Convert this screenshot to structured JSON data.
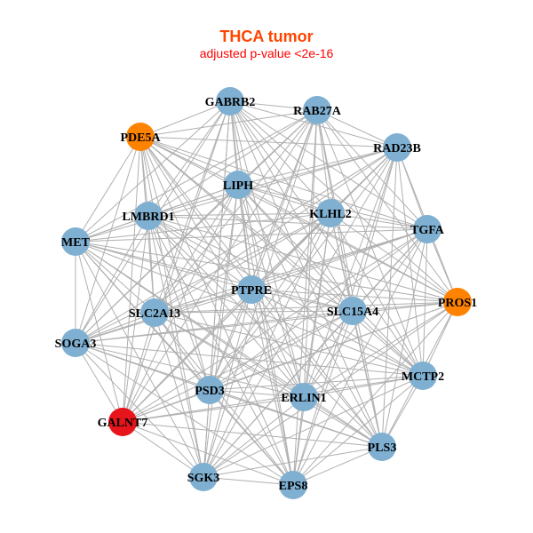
{
  "title": "THCA tumor",
  "subtitle": "adjusted p-value <2e-16",
  "colors": {
    "default": "#7fb0d2",
    "orange": "#ff8200",
    "red": "#e8141c",
    "edge": "#b0b0b0"
  },
  "nodes": [
    {
      "label": "GABRB2",
      "color": "default"
    },
    {
      "label": "RAB27A",
      "color": "default"
    },
    {
      "label": "PDE5A",
      "color": "orange"
    },
    {
      "label": "RAD23B",
      "color": "default"
    },
    {
      "label": "LIPH",
      "color": "default"
    },
    {
      "label": "KLHL2",
      "color": "default"
    },
    {
      "label": "LMBRD1",
      "color": "default"
    },
    {
      "label": "TGFA",
      "color": "default"
    },
    {
      "label": "MET",
      "color": "default"
    },
    {
      "label": "PTPRE",
      "color": "default"
    },
    {
      "label": "PROS1",
      "color": "orange"
    },
    {
      "label": "SLC15A4",
      "color": "default"
    },
    {
      "label": "SLC2A13",
      "color": "default"
    },
    {
      "label": "SOGA3",
      "color": "default"
    },
    {
      "label": "MCTP2",
      "color": "default"
    },
    {
      "label": "PSD3",
      "color": "default"
    },
    {
      "label": "ERLIN1",
      "color": "default"
    },
    {
      "label": "GALNT7",
      "color": "red"
    },
    {
      "label": "PLS3",
      "color": "default"
    },
    {
      "label": "SGK3",
      "color": "default"
    },
    {
      "label": "EPS8",
      "color": "default"
    }
  ],
  "edges_all_pairs": true
}
